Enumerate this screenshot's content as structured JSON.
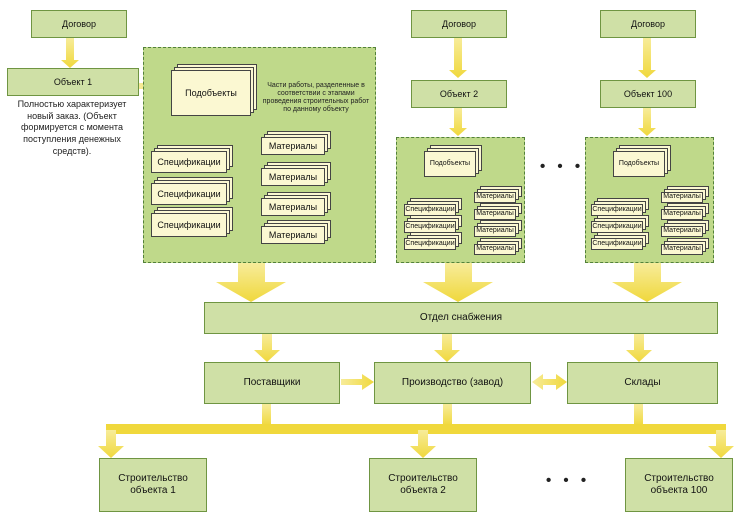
{
  "contract_label": "Договор",
  "objects": {
    "obj1": "Объект 1",
    "obj2": "Объект 2",
    "obj100": "Объект 100"
  },
  "obj1_description": "Полностью характеризует новый заказ. (Объект формируется с момента поступления денежных средств).",
  "subobjects_label": "Подобъекты",
  "subobjects_note": "Части работы, разделенные в соответствии с этапами проведения строительных работ по данному объекту",
  "specs_label": "Спецификации",
  "materials_label": "Материалы",
  "ellipsis": "• • •",
  "supply_dept": "Отдел снабжения",
  "suppliers": "Поставщики",
  "production": "Производство (завод)",
  "warehouses": "Склады",
  "construction": [
    "Строительство объекта 1",
    "Строительство объекта 2",
    "Строительство объекта 100"
  ],
  "colors": {
    "box_fill": "#cfe0a6",
    "cluster_fill": "#bfd98a",
    "paper_fill": "#fbf8d2",
    "arrow": "#f5e264"
  }
}
